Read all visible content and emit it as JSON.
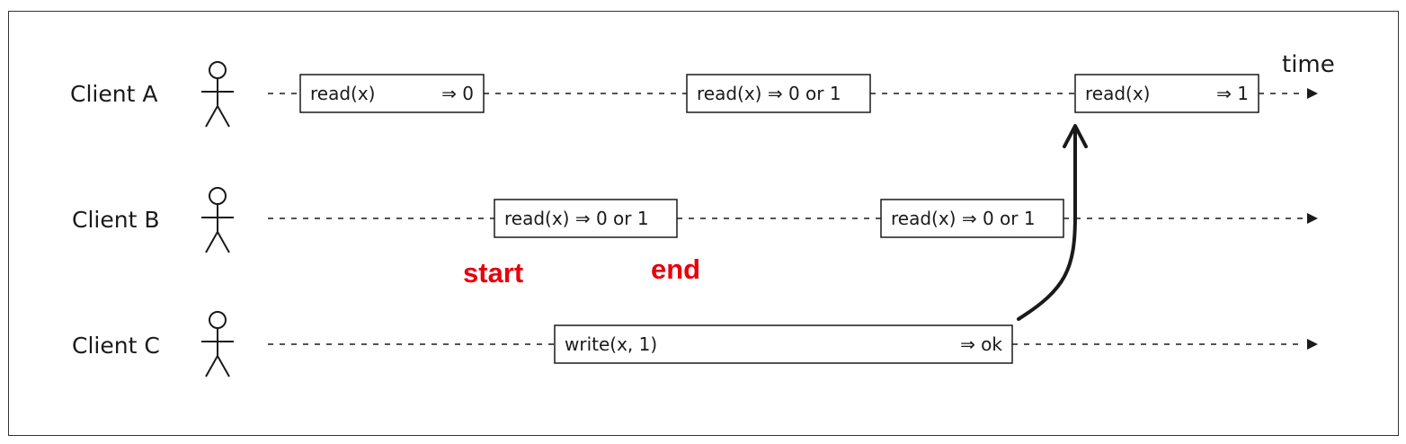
{
  "timeline_label": "time",
  "clients": [
    {
      "label": "Client A",
      "ops": [
        {
          "left": "read(x)",
          "right": "⇒ 0"
        },
        {
          "left": "read(x) ⇒ 0 or 1",
          "right": ""
        },
        {
          "left": "read(x)",
          "right": "⇒ 1"
        }
      ]
    },
    {
      "label": "Client B",
      "ops": [
        {
          "left": "read(x) ⇒ 0 or 1",
          "right": ""
        },
        {
          "left": "read(x) ⇒ 0 or 1",
          "right": ""
        }
      ]
    },
    {
      "label": "Client C",
      "ops": [
        {
          "left": "write(x, 1)",
          "right": "⇒ ok"
        }
      ]
    }
  ],
  "annotations": {
    "start": "start",
    "end": "end"
  },
  "colors": {
    "annotation": "#e8000b",
    "line": "#1a1a1a"
  }
}
